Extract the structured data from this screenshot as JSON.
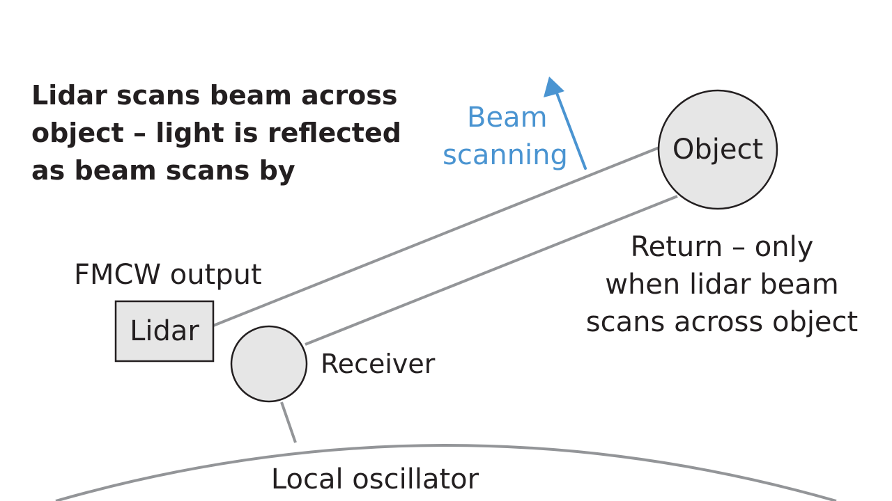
{
  "caption": {
    "lines": [
      "Lidar scans beam across",
      "object – light is reflected",
      "as beam scans by"
    ]
  },
  "beam_scanning": {
    "lines": [
      "Beam",
      "scanning"
    ],
    "color": "#4a94d1"
  },
  "nodes": {
    "object": "Object",
    "lidar": "Lidar",
    "receiver": "Receiver"
  },
  "fmcw_label": "FMCW output",
  "return_label": {
    "lines": [
      "Return – only",
      "when lidar beam",
      "scans across object"
    ]
  },
  "local_oscillator": {
    "label": "Local oscillator"
  },
  "colors": {
    "line": "#939598",
    "node_fill": "#e6e6e6",
    "node_stroke": "#231f20",
    "text": "#231f20"
  }
}
